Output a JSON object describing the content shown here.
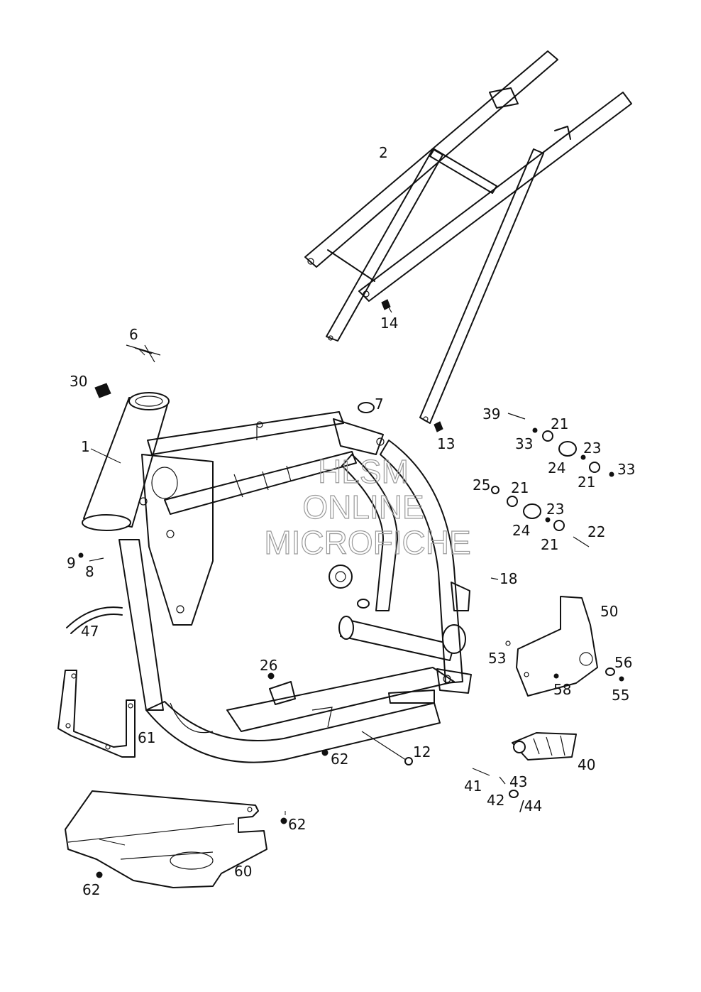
{
  "diagram": {
    "watermark": [
      "HLSM",
      "ONLINE",
      "MICROFICHE"
    ],
    "callouts": {
      "c1": "1",
      "c2": "2",
      "c6": "6",
      "c7": "7",
      "c8": "8",
      "c9": "9",
      "c12": "12",
      "c13": "13",
      "c14": "14",
      "c18": "18",
      "c21a": "21",
      "c21b": "21",
      "c21c": "21",
      "c21d": "21",
      "c22": "22",
      "c23a": "23",
      "c23b": "23",
      "c24a": "24",
      "c24b": "24",
      "c25": "25",
      "c26": "26",
      "c30": "30",
      "c33a": "33",
      "c33b": "33",
      "c39": "39",
      "c40": "40",
      "c41": "41",
      "c42": "42",
      "c43": "43",
      "c44": "/44",
      "c47": "47",
      "c50": "50",
      "c53": "53",
      "c55": "55",
      "c56": "56",
      "c58": "58",
      "c60": "60",
      "c61": "61",
      "c62a": "62",
      "c62b": "62",
      "c62c": "62"
    }
  }
}
